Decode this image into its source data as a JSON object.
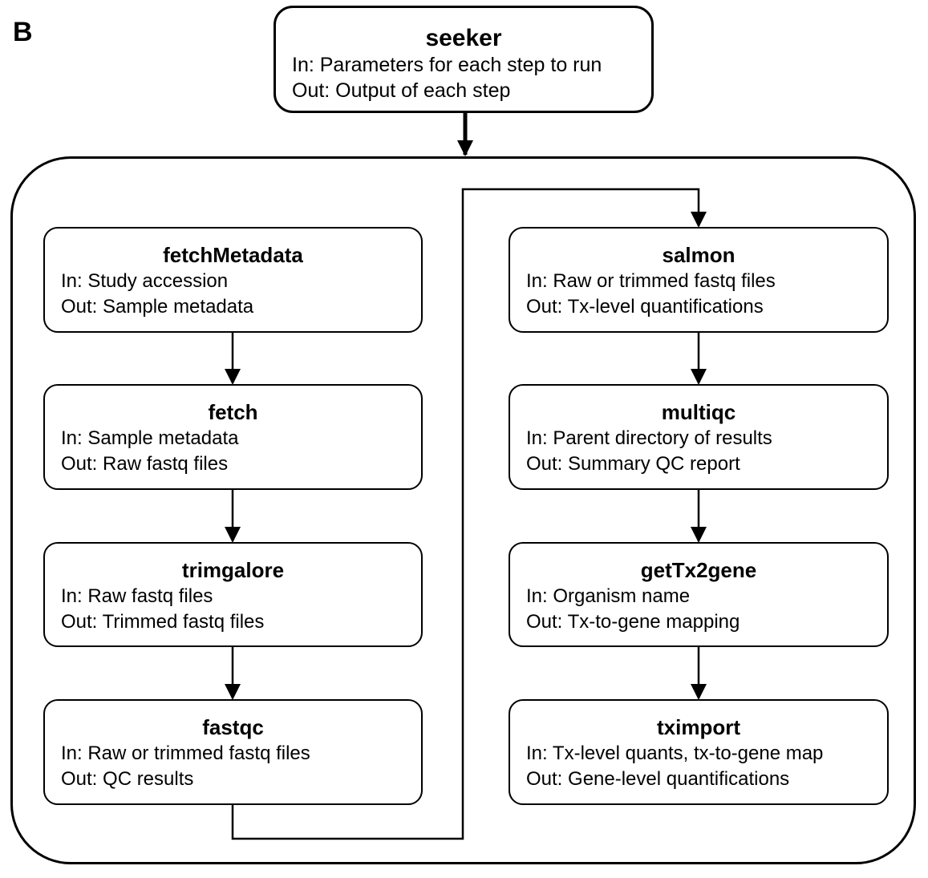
{
  "panel_label": "B",
  "main_step": {
    "title": "seeker",
    "input": "In: Parameters for each step to run",
    "output": "Out: Output of each step"
  },
  "left_column": [
    {
      "title": "fetchMetadata",
      "input": "In: Study accession",
      "output": "Out: Sample metadata"
    },
    {
      "title": "fetch",
      "input": "In: Sample metadata",
      "output": "Out: Raw fastq files"
    },
    {
      "title": "trimgalore",
      "input": "In: Raw fastq files",
      "output": "Out: Trimmed fastq files"
    },
    {
      "title": "fastqc",
      "input": "In: Raw or trimmed fastq files",
      "output": "Out: QC results"
    }
  ],
  "right_column": [
    {
      "title": "salmon",
      "input": "In: Raw or trimmed fastq files",
      "output": "Out: Tx-level quantifications"
    },
    {
      "title": "multiqc",
      "input": "In: Parent directory of results",
      "output": "Out: Summary QC report"
    },
    {
      "title": "getTx2gene",
      "input": "In: Organism name",
      "output": "Out: Tx-to-gene mapping"
    },
    {
      "title": "tximport",
      "input": "In: Tx-level quants, tx-to-gene map",
      "output": "Out: Gene-level quantifications"
    }
  ],
  "colors": {
    "line": "#000000",
    "background": "#ffffff"
  }
}
